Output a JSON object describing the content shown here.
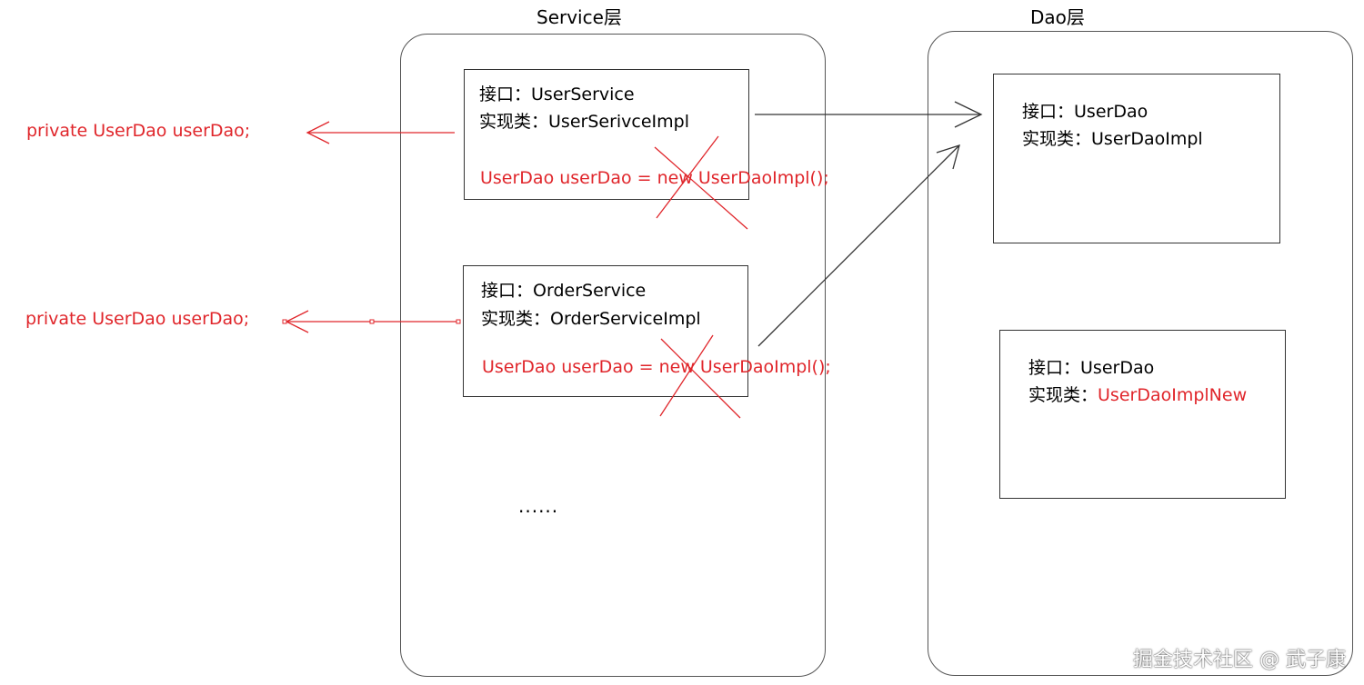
{
  "service_layer": {
    "title": "Service层",
    "user_service": {
      "interface_label": "接口：",
      "interface_name": "UserService",
      "impl_label": "实现类：",
      "impl_name": "UserSerivceImpl",
      "code": "UserDao userDao = new UserDaoImpl();"
    },
    "order_service": {
      "interface_label": "接口：",
      "interface_name": "OrderService",
      "impl_label": "实现类：",
      "impl_name": "OrderServiceImpl",
      "code": "UserDao userDao = new UserDaoImpl();"
    },
    "more": "......"
  },
  "dao_layer": {
    "title": "Dao层",
    "user_dao": {
      "interface_label": "接口：",
      "interface_name": "UserDao",
      "impl_label": "实现类：",
      "impl_name": "UserDaoImpl"
    },
    "user_dao_new": {
      "interface_label": "接口：",
      "interface_name": "UserDao",
      "impl_label": "实现类：",
      "impl_name": "UserDaoImplNew"
    }
  },
  "external": {
    "field_1": "private UserDao userDao;",
    "field_2": "private UserDao userDao;"
  },
  "watermark": "掘金技术社区 @ 武子康",
  "colors": {
    "red": "#e0262b",
    "line": "#333333",
    "panel_border": "#555555"
  }
}
